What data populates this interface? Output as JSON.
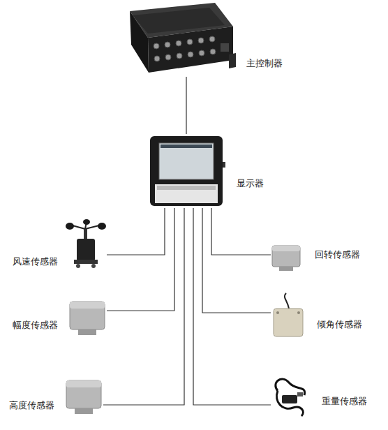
{
  "diagram": {
    "nodes": [
      {
        "text": [
          "主控制器"
        ]
      },
      {
        "text": [
          "显示器"
        ]
      },
      {
        "text": [
          "风速传感器"
        ]
      },
      {
        "text": [
          "回转传感器"
        ]
      },
      {
        "text": [
          "幅度传感器"
        ]
      },
      {
        "text": [
          "倾角传感器"
        ]
      },
      {
        "text": [
          "高度传感器"
        ]
      },
      {
        "text": [
          "重量传感器"
        ]
      }
    ],
    "edges": [
      {
        "from": 0,
        "to": 1,
        "arrow": "none"
      },
      {
        "from": 1,
        "to": 2,
        "arrow": "none"
      },
      {
        "from": 1,
        "to": 3,
        "arrow": "none"
      },
      {
        "from": 1,
        "to": 4,
        "arrow": "none"
      },
      {
        "from": 1,
        "to": 5,
        "arrow": "none"
      },
      {
        "from": 1,
        "to": 6,
        "arrow": "none"
      },
      {
        "from": 1,
        "to": 7,
        "arrow": "none"
      }
    ]
  }
}
